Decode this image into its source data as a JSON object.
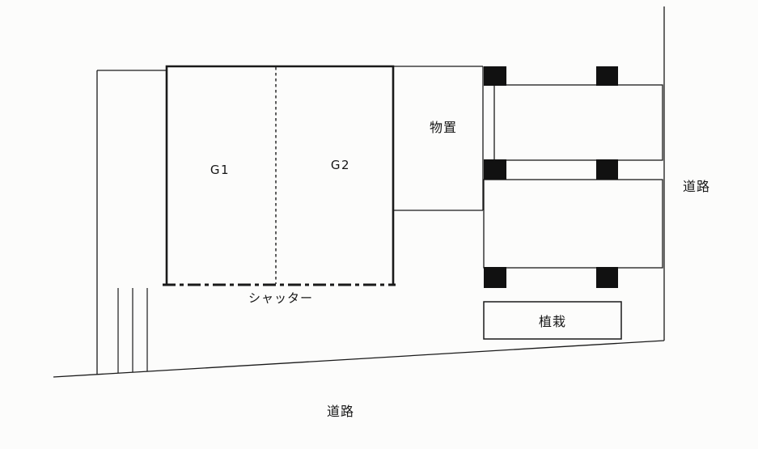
{
  "page": {
    "background_color": "#fcfcfb",
    "line_color": "#1a1a1a",
    "pillar_color": "#111111"
  },
  "plan": {
    "garage": {
      "stall1_label": "G1",
      "stall2_label": "G2",
      "shutter_label": "シャッター"
    },
    "storage": {
      "label": "物置"
    },
    "planting": {
      "label": "植栽"
    },
    "roads": {
      "right_label": "道路",
      "bottom_label": "道路"
    },
    "icons": {
      "pillar": "filled-square"
    }
  }
}
